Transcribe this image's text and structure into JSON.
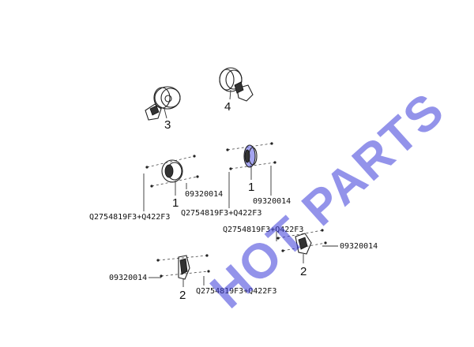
{
  "watermark": "HOT PARTS",
  "callouts": {
    "a1": "3",
    "a2": "4",
    "a3": "1",
    "a4": "1",
    "a5": "2",
    "a6": "2"
  },
  "codes": {
    "c1": "09320014",
    "c2": "Q2754819F3+Q422F3",
    "c3": "Q2754819F3+Q422F3",
    "c4": "09320014",
    "c5": "Q2754819F3+Q422F3",
    "c6": "09320014",
    "c7": "09320014",
    "c8": "Q2754819F3+Q422F3"
  },
  "colors": {
    "watermark": "#3a3ad8",
    "highlight": "#4a4ae0"
  }
}
